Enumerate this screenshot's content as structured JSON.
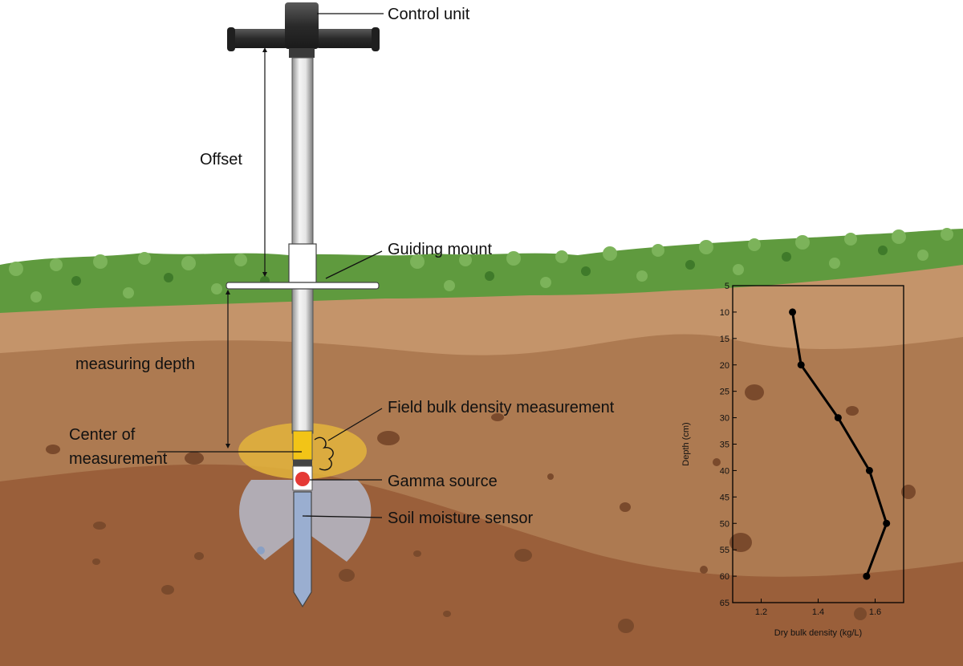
{
  "labels": {
    "control_unit": "Control unit",
    "offset": "Offset",
    "guiding_mount": "Guiding mount",
    "measuring_depth": "measuring depth",
    "field_bulk_density": "Field bulk density measurement",
    "center_line1": "Center of",
    "center_line2": "measurement",
    "gamma_source": "Gamma source",
    "soil_moisture_sensor": "Soil moisture sensor"
  },
  "colors": {
    "vegetation": "#5f9a3e",
    "soil_top": "#c4946a",
    "soil_middle": "#ad7a51",
    "soil_bottom": "#9a5f3a",
    "bulk_density_zone": "#e3b43c",
    "moisture_zone": "#b8c6dd",
    "gamma_source": "#e53935",
    "detector": "#f2c417",
    "probe_tip": "#9aaed0"
  },
  "chart_data": {
    "type": "line",
    "xlabel": "Dry bulk density (kg/L)",
    "ylabel": "Depth (cm)",
    "xlim": [
      1.1,
      1.7
    ],
    "ylim": [
      65,
      5
    ],
    "y_inverted": true,
    "xticks": [
      "1.2",
      "1.4",
      "1.6"
    ],
    "yticks": [
      "5",
      "10",
      "15",
      "20",
      "25",
      "30",
      "35",
      "40",
      "45",
      "50",
      "55",
      "60",
      "65"
    ],
    "x": [
      1.31,
      1.34,
      1.47,
      1.58,
      1.64,
      1.57
    ],
    "y": [
      10,
      20,
      30,
      40,
      50,
      60
    ],
    "markers": true,
    "color": "#000000",
    "grid": false
  }
}
